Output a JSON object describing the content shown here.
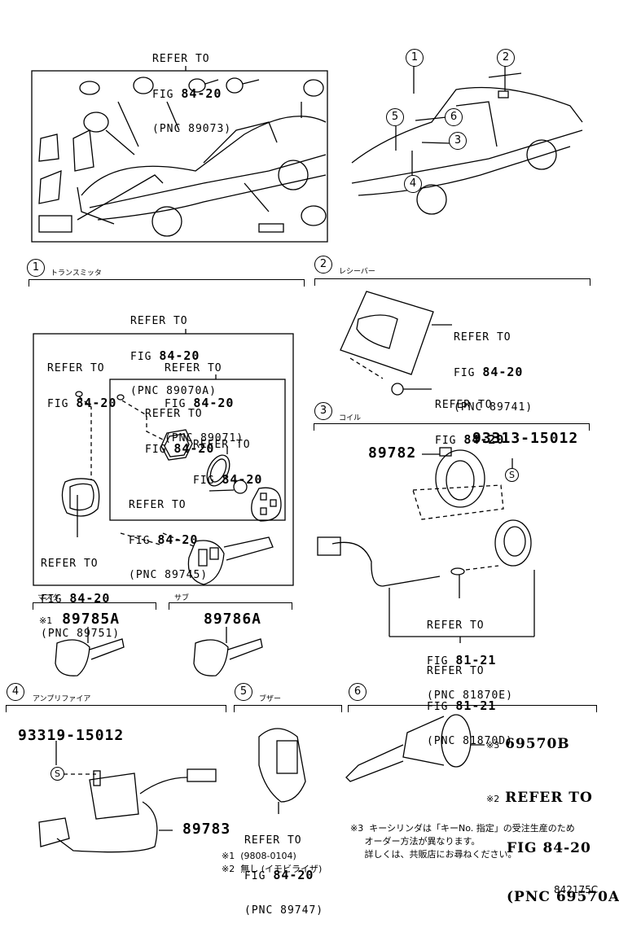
{
  "diagram": {
    "figure_code": "842175C",
    "overview": {
      "refer_top": {
        "line1": "REFER TO",
        "line2_prefix": "FIG ",
        "line2_fig": "84-20",
        "line3": "(PNC 89073)"
      },
      "callouts": [
        "1",
        "2",
        "3",
        "4",
        "5",
        "6"
      ]
    },
    "sections": {
      "s1": {
        "number": "1",
        "title_jp": "トランスミッタ",
        "refer_main": {
          "line1": "REFER TO",
          "prefix": "FIG ",
          "fig": "84-20",
          "pnc": "(PNC 89070A)"
        },
        "refer_screw": {
          "line1": "REFER TO",
          "prefix": "FIG ",
          "fig": "84-20"
        },
        "refer_inner": {
          "line1": "REFER TO",
          "prefix": "FIG ",
          "fig": "84-20",
          "pnc": "(PNC 89071)"
        },
        "refer_small_screw": {
          "line1": "REFER TO",
          "prefix": "FIG ",
          "fig": "84-20"
        },
        "refer_gasket": {
          "line1": "REFER TO",
          "prefix": "FIG ",
          "fig": "84-20"
        },
        "refer_battery": {
          "line1": "REFER TO",
          "prefix": "FIG ",
          "fig": "84-20",
          "pnc": "(PNC 89745)"
        },
        "refer_case": {
          "line1": "REFER TO",
          "prefix": "FIG ",
          "fig": "84-20",
          "pnc": "(PNC 89751)"
        },
        "master": {
          "title_jp": "マスタ",
          "mark": "※1",
          "part": "89785A"
        },
        "sub": {
          "title_jp": "サブ",
          "part": "89786A"
        }
      },
      "s2": {
        "number": "2",
        "title_jp": "レシーバー",
        "refer_unit": {
          "line1": "REFER TO",
          "prefix": "FIG ",
          "fig": "84-20",
          "pnc": "(PNC 89741)"
        },
        "refer_bolt": {
          "line1": "REFER TO",
          "prefix": "FIG ",
          "fig": "84-20"
        }
      },
      "s3": {
        "number": "3",
        "title_jp": "コイル",
        "part_coil": "89782",
        "part_screw": "93313-15012",
        "screw_symbol": "S",
        "refer_a": {
          "line1": "REFER TO",
          "prefix": "FIG ",
          "fig": "81-21",
          "pnc": "(PNC 81870E)"
        },
        "refer_b": {
          "line1": "REFER TO",
          "prefix": "FIG ",
          "fig": "81-21",
          "pnc": "(PNC 81870D)"
        }
      },
      "s4": {
        "number": "4",
        "title_jp": "アンプリファイア",
        "part_screw": "93319-15012",
        "screw_symbol": "S",
        "part_amp": "89783"
      },
      "s5": {
        "number": "5",
        "title_jp": "ブザー",
        "refer": {
          "line1": "REFER TO",
          "prefix": "FIG ",
          "fig": "84-20",
          "pnc": "(PNC 89747)"
        }
      },
      "s6": {
        "number": "6",
        "mark3": "※3",
        "part": "69570B",
        "mark2": "※2",
        "refer": {
          "line1": "REFER TO",
          "line2": "FIG 84-20",
          "pnc": "(PNC 69570A)"
        }
      }
    },
    "footnotes": {
      "n1": "※1  (9808-0104)",
      "n2": "※2  無し (イモビライザ)",
      "n3_line1": "※3  キーシリンダは「キーNo. 指定」の受注生産のため",
      "n3_line2": "     オーダー方法が異なります。",
      "n3_line3": "     詳しくは、共販店にお尋ねください。"
    }
  }
}
